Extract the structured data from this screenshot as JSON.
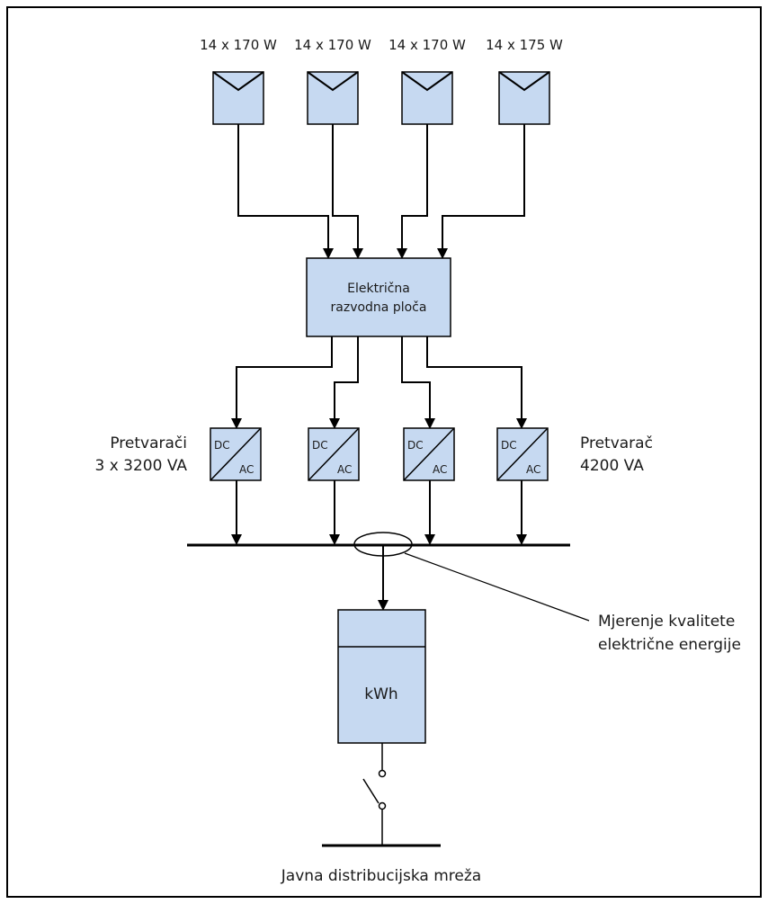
{
  "panels": [
    {
      "label": "14 x 170 W"
    },
    {
      "label": "14 x 170 W"
    },
    {
      "label": "14 x 170 W"
    },
    {
      "label": "14 x 175 W"
    }
  ],
  "distribution_board": {
    "line1": "Električna",
    "line2": "razvodna ploča"
  },
  "inverter_box": {
    "dc": "DC",
    "ac": "AC"
  },
  "inverters_left": {
    "line1": "Pretvarači",
    "line2": "3 x 3200 VA"
  },
  "inverter_right": {
    "line1": "Pretvarač",
    "line2": "4200 VA"
  },
  "measurement": {
    "line1": "Mjerenje kvalitete",
    "line2": "električne energije"
  },
  "meter": {
    "label": "kWh"
  },
  "grid": {
    "label": "Javna distribucijska mreža"
  },
  "colors": {
    "box_fill": "#c6d9f1",
    "line": "#000000"
  }
}
